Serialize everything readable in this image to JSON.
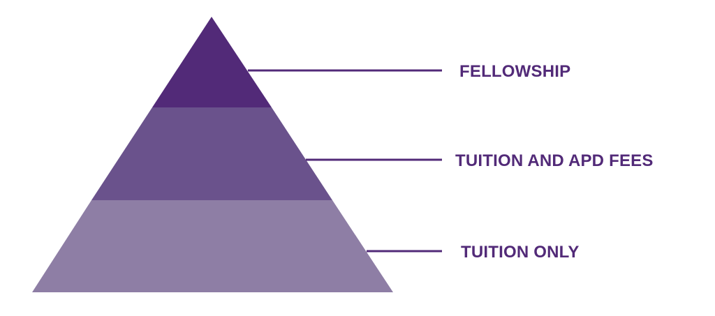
{
  "colors": {
    "tier_top": "#522a78",
    "tier_middle": "#6a528c",
    "tier_bottom": "#8e7ea5",
    "connector": "#522a78",
    "label_text": "#522a78"
  },
  "tiers": [
    {
      "label": "FELLOWSHIP"
    },
    {
      "label": "TUITION AND APD FEES"
    },
    {
      "label": "TUITION ONLY"
    }
  ]
}
